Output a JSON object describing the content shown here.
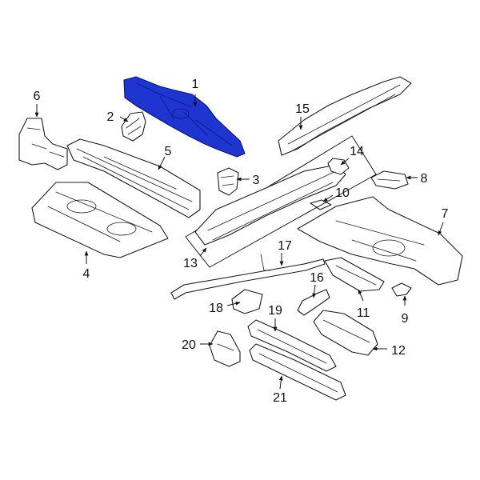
{
  "colors": {
    "highlight": "#1f35d0",
    "line": "#1a1a1a",
    "background": "#ffffff"
  },
  "callouts": {
    "c1": "1",
    "c2": "2",
    "c3": "3",
    "c4": "4",
    "c5": "5",
    "c6": "6",
    "c7": "7",
    "c8": "8",
    "c9": "9",
    "c10": "10",
    "c11": "11",
    "c12": "12",
    "c13": "13",
    "c14": "14",
    "c15": "15",
    "c16": "16",
    "c17": "17",
    "c18": "18",
    "c19": "19",
    "c20": "20",
    "c21": "21"
  }
}
